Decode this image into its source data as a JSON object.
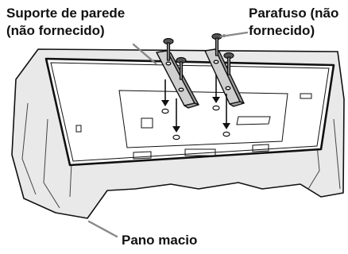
{
  "labels": {
    "wall_bracket_line1": "Suporte de parede",
    "wall_bracket_line2": "(não fornecido)",
    "screw_line1": "Parafuso (não",
    "screw_line2": "fornecido)",
    "soft_cloth": "Pano macio"
  },
  "colors": {
    "line": "#111111",
    "cloth": "#e9e9e9",
    "panel": "#ffffff",
    "bracket": "#cfcfcf",
    "leader": "#888888"
  },
  "icons": {
    "screw": "screw-icon",
    "bracket": "wall-bracket-icon",
    "arrow": "arrow-down-icon"
  }
}
